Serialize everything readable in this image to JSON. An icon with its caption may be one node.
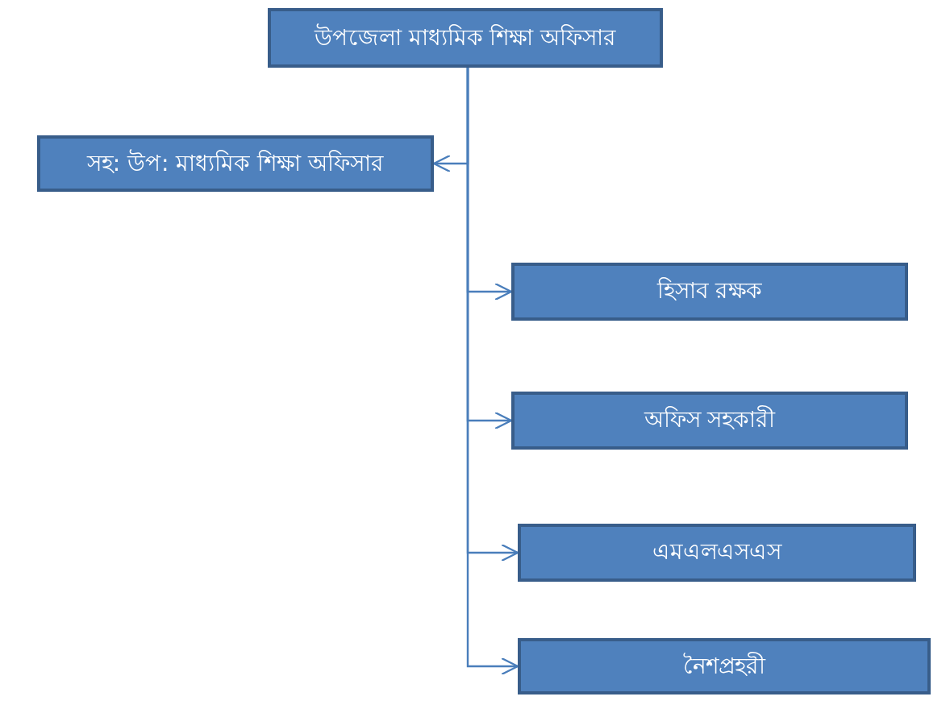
{
  "diagram": {
    "nodes": [
      {
        "text": [
          "উপজেলা মাধ্যমিক শিক্ষা অফিসার"
        ]
      },
      {
        "text": [
          "সহ: উপ: মাধ্যমিক শিক্ষা অফিসার"
        ]
      },
      {
        "text": [
          "হিসাব রক্ষক"
        ]
      },
      {
        "text": [
          "অফিস সহকারী"
        ]
      },
      {
        "text": [
          "এমএলএসএস"
        ]
      },
      {
        "text": [
          "নৈশপ্রহরী"
        ]
      }
    ],
    "edges": [
      {
        "from": 0,
        "to": 1,
        "arrow": "to"
      },
      {
        "from": 0,
        "to": 2,
        "arrow": "to"
      },
      {
        "from": 0,
        "to": 3,
        "arrow": "to"
      },
      {
        "from": 0,
        "to": 4,
        "arrow": "to"
      },
      {
        "from": 0,
        "to": 5,
        "arrow": "to"
      }
    ]
  }
}
